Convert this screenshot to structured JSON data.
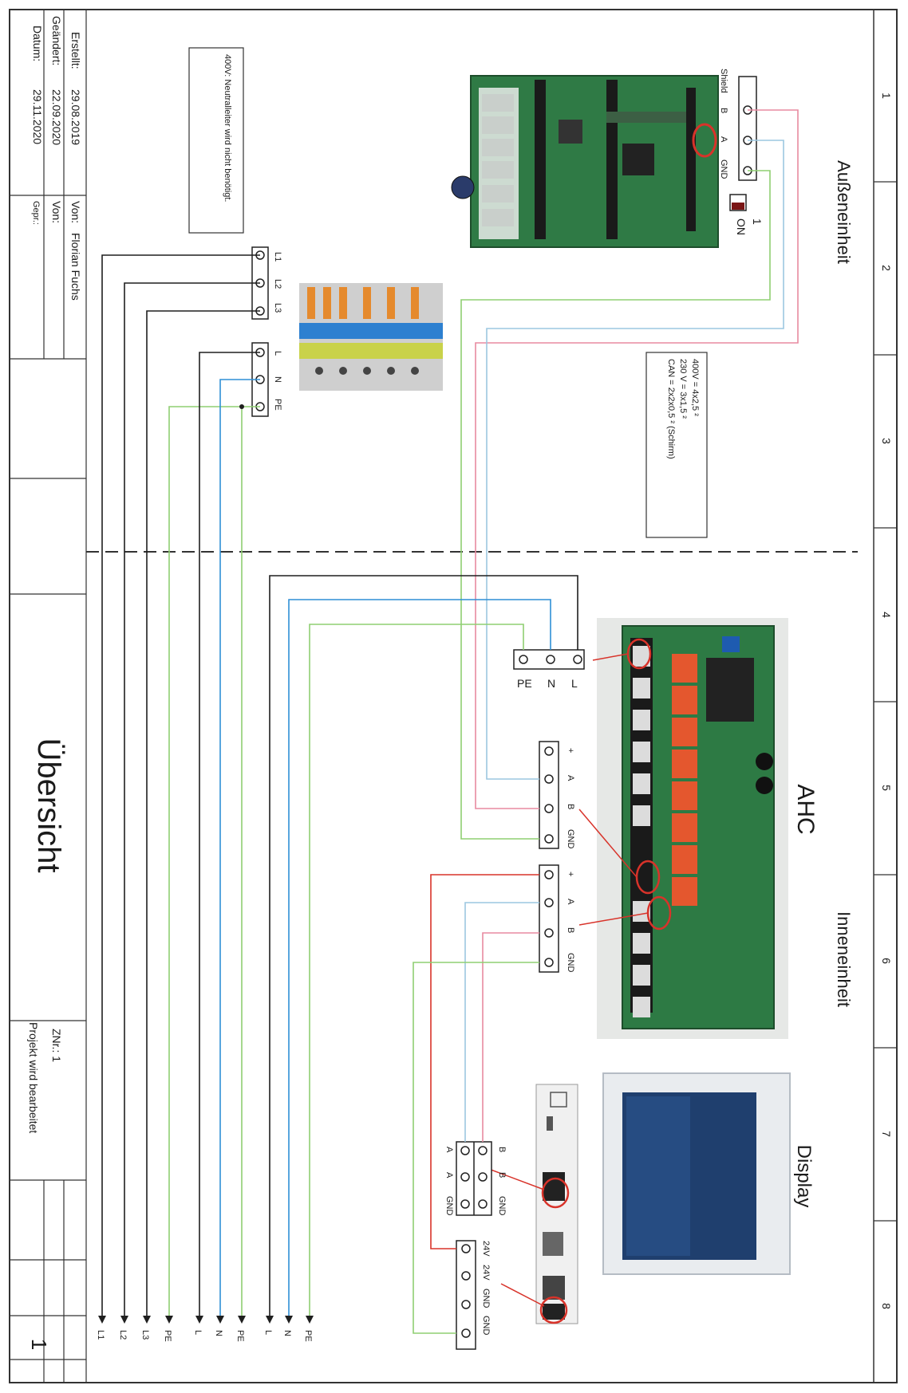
{
  "sections": {
    "outdoor": "Außeneinheit",
    "indoor": "Inneneinheit",
    "ahc": "AHC",
    "display": "Display"
  },
  "columns": [
    "1",
    "2",
    "3",
    "4",
    "5",
    "6",
    "7",
    "8"
  ],
  "outdoor_terminal": {
    "labels": [
      "Shield",
      "B",
      "A",
      "GND"
    ],
    "dip_label": "1",
    "dip_state": "ON"
  },
  "note_neutral": "400V: Neutralleiter wird nicht benötigt.",
  "supply3": [
    "L1",
    "L2",
    "L3"
  ],
  "supply1": [
    "L",
    "N",
    "PE"
  ],
  "cable_spec": [
    "400V = 4x2,5 ²",
    "230 V = 3x1,5 ²",
    "CAN = 2x2x0,5 ² (Schirm)"
  ],
  "ahc_power": [
    "PE",
    "N",
    "L"
  ],
  "bus1": [
    "+",
    "A",
    "B",
    "GND"
  ],
  "bus2": [
    "+",
    "A",
    "B",
    "GND"
  ],
  "display_bus_top": [
    "B",
    "B",
    "GND"
  ],
  "display_bus_bottom": [
    "A",
    "A",
    "GND"
  ],
  "display_power": [
    "24V",
    "24V",
    "GND",
    "GND"
  ],
  "bottom_labels": [
    "L1",
    "L2",
    "L3",
    "PE",
    "L",
    "N",
    "PE",
    "L",
    "N",
    "PE"
  ],
  "title_block": {
    "erstellt_label": "Erstellt:",
    "erstellt": "29.08.2019",
    "von_label": "Von:",
    "von": "Florian Fuchs",
    "geaendert_label": "Geändert:",
    "geaendert": "22.09.2020",
    "von2_label": "Von:",
    "datum_label": "Datum:",
    "datum": "29.11.2020",
    "gepr_label": "Gepr.:",
    "title": "Übersicht",
    "znr": "ZNr.: 1",
    "status": "Projekt wird bearbeitet",
    "sheet": "1"
  },
  "colors": {
    "black": "#1f1f1f",
    "blue": "#2f8fd6",
    "green": "#8fcf72",
    "pink": "#e88aa0",
    "red": "#d8332a",
    "lightblue": "#9cc7e0"
  }
}
